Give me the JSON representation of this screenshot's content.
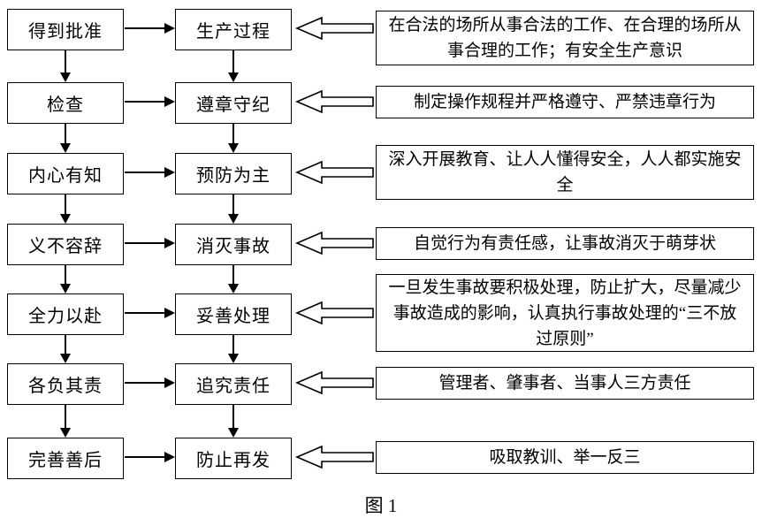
{
  "diagram": {
    "caption": "图 1",
    "rows": [
      {
        "left": "得到批准",
        "mid": "生产过程",
        "desc": "在合法的场所从事合法的工作、在合理的场所从事合理的工作；有安全生产意识"
      },
      {
        "left": "检查",
        "mid": "遵章守纪",
        "desc": "制定操作规程并严格遵守、严禁违章行为"
      },
      {
        "left": "内心有知",
        "mid": "预防为主",
        "desc": "深入开展教育、让人人懂得安全，人人都实施安全"
      },
      {
        "left": "义不容辞",
        "mid": "消灭事故",
        "desc": "自觉行为有责任感，让事故消灭于萌芽状"
      },
      {
        "left": "全力以赴",
        "mid": "妥善处理",
        "desc": "一旦发生事故要积极处理，防止扩大，尽量减少事故造成的影响，认真执行事故处理的“三不放过原则”"
      },
      {
        "left": "各负其责",
        "mid": "追究责任",
        "desc": "管理者、肇事者、当事人三方责任"
      },
      {
        "left": "完善善后",
        "mid": "防止再发",
        "desc": "吸取教训、举一反三"
      }
    ]
  }
}
